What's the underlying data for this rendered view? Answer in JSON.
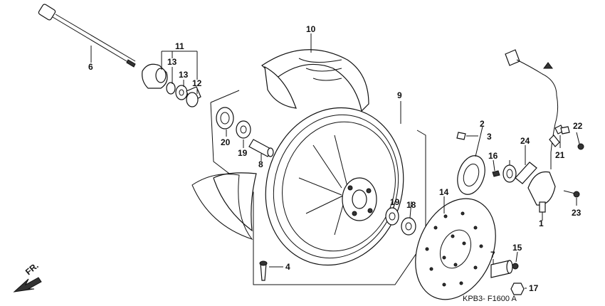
{
  "diagram": {
    "code": "KPB3- F1600 A",
    "direction_label": "FR.",
    "callouts": [
      {
        "id": "c1",
        "text": "1"
      },
      {
        "id": "c2",
        "text": "2"
      },
      {
        "id": "c3",
        "text": "3"
      },
      {
        "id": "c4",
        "text": "4"
      },
      {
        "id": "c6",
        "text": "6"
      },
      {
        "id": "c7",
        "text": "7"
      },
      {
        "id": "c8",
        "text": "8"
      },
      {
        "id": "c9",
        "text": "9"
      },
      {
        "id": "c10",
        "text": "10"
      },
      {
        "id": "c11",
        "text": "11"
      },
      {
        "id": "c12",
        "text": "12"
      },
      {
        "id": "c13a",
        "text": "13"
      },
      {
        "id": "c13b",
        "text": "13"
      },
      {
        "id": "c14",
        "text": "14"
      },
      {
        "id": "c15",
        "text": "15"
      },
      {
        "id": "c16",
        "text": "16"
      },
      {
        "id": "c17",
        "text": "17"
      },
      {
        "id": "c18",
        "text": "18"
      },
      {
        "id": "c19a",
        "text": "19"
      },
      {
        "id": "c19b",
        "text": "19"
      },
      {
        "id": "c20",
        "text": "20"
      },
      {
        "id": "c21",
        "text": "21"
      },
      {
        "id": "c22",
        "text": "22"
      },
      {
        "id": "c23",
        "text": "23"
      },
      {
        "id": "c24",
        "text": "24"
      }
    ]
  }
}
